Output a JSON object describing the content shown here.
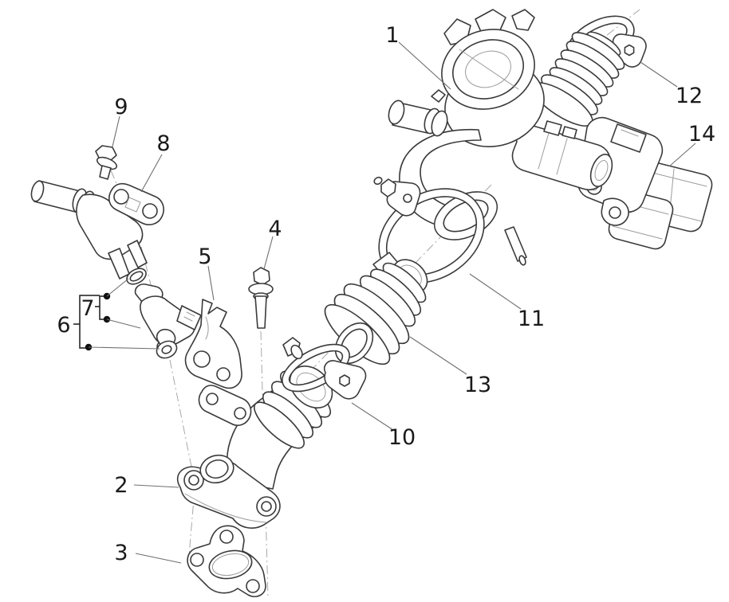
{
  "diagram": {
    "type": "exploded-parts-diagram",
    "background_color": "#ffffff",
    "line_color": "#3a3a3a",
    "detail_line_color": "#9c9c9c",
    "leader_line_color": "#6f6f6f",
    "label_color": "#1a1a1a",
    "callouts": [
      {
        "number": "1"
      },
      {
        "number": "2"
      },
      {
        "number": "3"
      },
      {
        "number": "4"
      },
      {
        "number": "5"
      },
      {
        "number": "6"
      },
      {
        "number": "7"
      },
      {
        "number": "8"
      },
      {
        "number": "9"
      },
      {
        "number": "10"
      },
      {
        "number": "11"
      },
      {
        "number": "12"
      },
      {
        "number": "13"
      },
      {
        "number": "14"
      }
    ]
  }
}
